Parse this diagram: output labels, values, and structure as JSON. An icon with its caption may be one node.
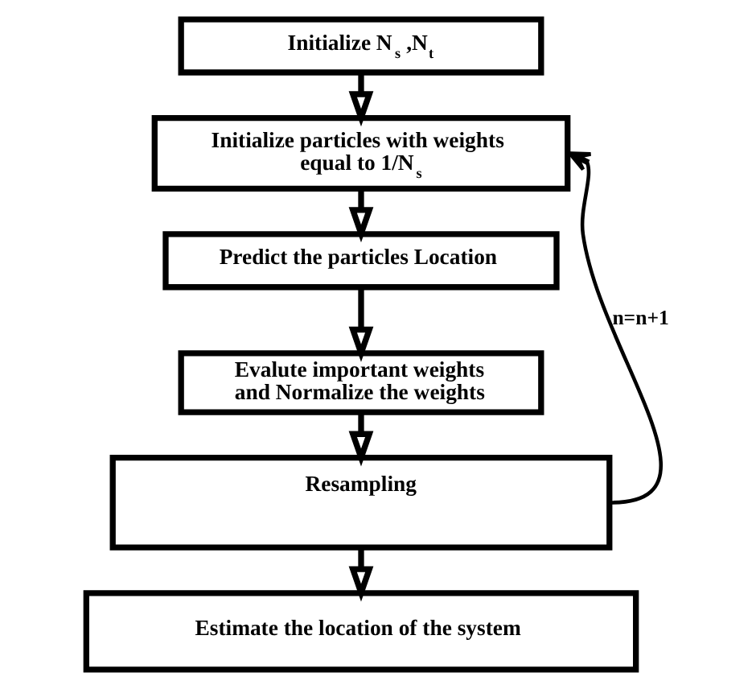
{
  "diagram": {
    "nodes": [
      {
        "text": [
          "Initialize N$_{s}$ ,N$_{t}$"
        ]
      },
      {
        "text": [
          "Initialize particles with weights equal to 1/N$_{s}$"
        ]
      },
      {
        "text": [
          "Predict the particles Location"
        ]
      },
      {
        "text": [
          "Evalute important weights and Normalize the weights"
        ]
      },
      {
        "text": [
          "Resampling"
        ]
      },
      {
        "text": [
          "Estimate the location of the system"
        ]
      }
    ],
    "edges": [
      {
        "from": 0,
        "to": 1,
        "arrow": "to"
      },
      {
        "from": 1,
        "to": 2,
        "arrow": "to"
      },
      {
        "from": 2,
        "to": 3,
        "arrow": "to"
      },
      {
        "from": 3,
        "to": 4,
        "arrow": "to"
      },
      {
        "from": 4,
        "to": 5,
        "arrow": "to"
      },
      {
        "from": 4,
        "to": 1,
        "arrow": "to",
        "label": "n=n+1"
      }
    ]
  }
}
